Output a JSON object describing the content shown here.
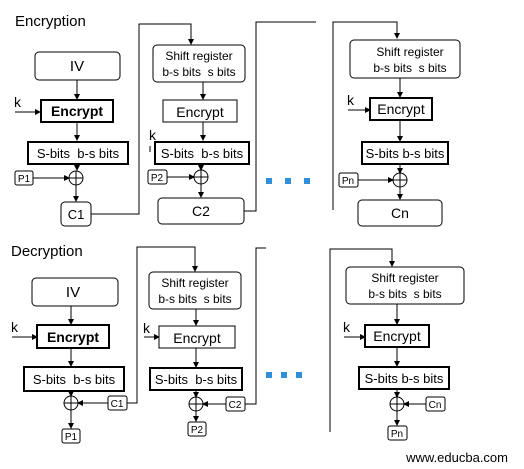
{
  "encryption": {
    "title": "Encryption",
    "iv": "IV",
    "k": "k",
    "encrypt": "Encrypt",
    "bits": "S-bits  b-s bits",
    "p1": "P1",
    "c1": "C1",
    "shift_line1": "Shift register",
    "shift_line2": "b-s bits  s bits",
    "bits_n": "S-bits b-s bits",
    "p2": "P2",
    "c2": "C2",
    "pn": "Pn",
    "cn": "Cn"
  },
  "decryption": {
    "title": "Decryption",
    "iv": "IV",
    "k": "k",
    "encrypt": "Encrypt",
    "bits": "S-bits  b-s bits",
    "bits_n": "S-bits b-s bits",
    "c1": "C1",
    "p1": "P1",
    "shift_line1": "Shift register",
    "shift_line2": "b-s bits  s bits",
    "c2": "C2",
    "p2": "P2",
    "cn": "Cn",
    "pn": "Pn"
  },
  "watermark": "www.educba.com",
  "colors": {
    "dots": "#2f8fd8",
    "ink": "#000000"
  }
}
